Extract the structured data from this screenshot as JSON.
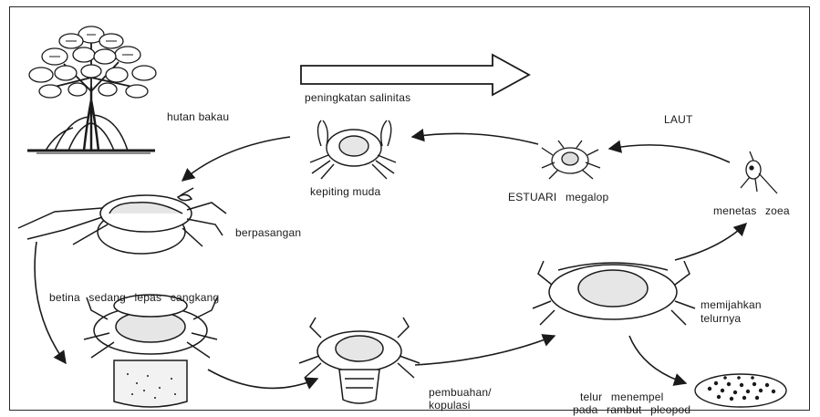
{
  "labels": {
    "mangrove": "hutan bakau",
    "salinity": "peningkatan salinitas",
    "sea": "LAUT",
    "juvenile": "kepiting muda",
    "estuary": "ESTUARI megalop",
    "hatch": "menetas zoea",
    "mating": "berpasangan",
    "molting": "betina sedang lepas cangkang",
    "spawning_line1": "memijahkan",
    "spawning_line2": "telurnya",
    "fertilization_line1": "pembuahan/",
    "fertilization_line2": "kopulasi",
    "eggs_line1": "telur menempel",
    "eggs_line2": "pada rambut pleopod"
  },
  "colors": {
    "ink": "#1a1a1a",
    "paper": "#ffffff",
    "shade": "#d9d9d9"
  },
  "icons": [
    "mangrove-tree-icon",
    "crab-icon",
    "megalopa-icon",
    "zoea-icon",
    "egg-cluster-icon"
  ]
}
